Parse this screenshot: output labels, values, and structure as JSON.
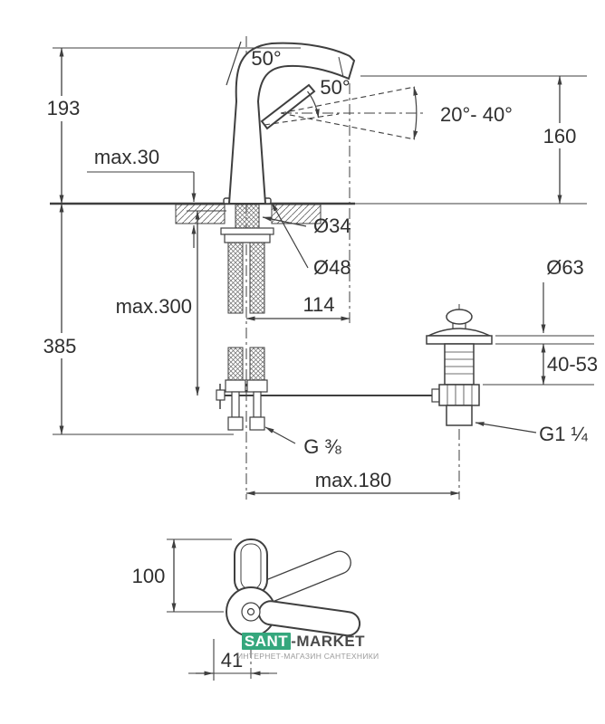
{
  "drawing": {
    "type": "technical-dimension-drawing",
    "subject": "single-lever basin mixer with pop-up waste set",
    "line_color": "#3f3f3f",
    "text_color": "#2f2f2f"
  },
  "dims": {
    "total_height": "193",
    "deck_max": "max.30",
    "spout_angle": "50°",
    "lever_angle": "50°",
    "swivel_range": "20°- 40°",
    "outlet_height": "160",
    "shank_dia": "Ø34",
    "base_dia": "Ø48",
    "hose_max": "max.300",
    "projection": "114",
    "flange_dia": "Ø63",
    "depth_total": "385",
    "clamp_range": "40-53",
    "hose_thread": "G ⅜",
    "waste_thread": "G1 ¼",
    "rod_max": "max.180",
    "top_depth": "100",
    "top_offset": "41"
  },
  "watermark": {
    "brand_primary": "SANT",
    "brand_secondary": "-MARKET",
    "tagline": "ИНТЕРНЕТ-МАГАЗИН САНТЕХНИКИ",
    "accent_color": "#35a77d"
  }
}
